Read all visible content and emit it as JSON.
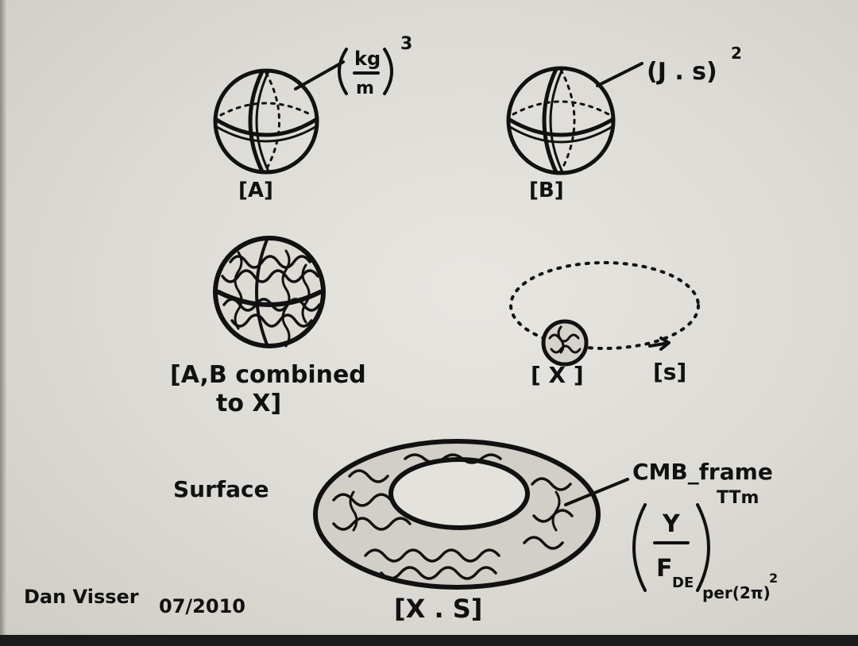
{
  "labels": {
    "a": "[A]",
    "b": "[B]",
    "ab_line1": "[A,B combined",
    "ab_line2": "to X]",
    "x": "[ X ]",
    "s": "[s]",
    "xs": "[X . S]",
    "surface": "Surface",
    "cmb": "CMB_frame"
  },
  "formulas": {
    "a_num": "kg",
    "a_den": "m",
    "a_exp": "3",
    "b_body": "(J . s)",
    "b_exp": "2",
    "y_num": "Y",
    "y_den": "F",
    "y_den_sub": "DE",
    "y_exp": "TTm",
    "y_sub": "per(2π)",
    "y_sub_exp": "2"
  },
  "signature": {
    "name": "Dan Visser",
    "date": "07/2010"
  },
  "colors": {
    "ink": "#111111",
    "paper": "#e3e1dc"
  }
}
